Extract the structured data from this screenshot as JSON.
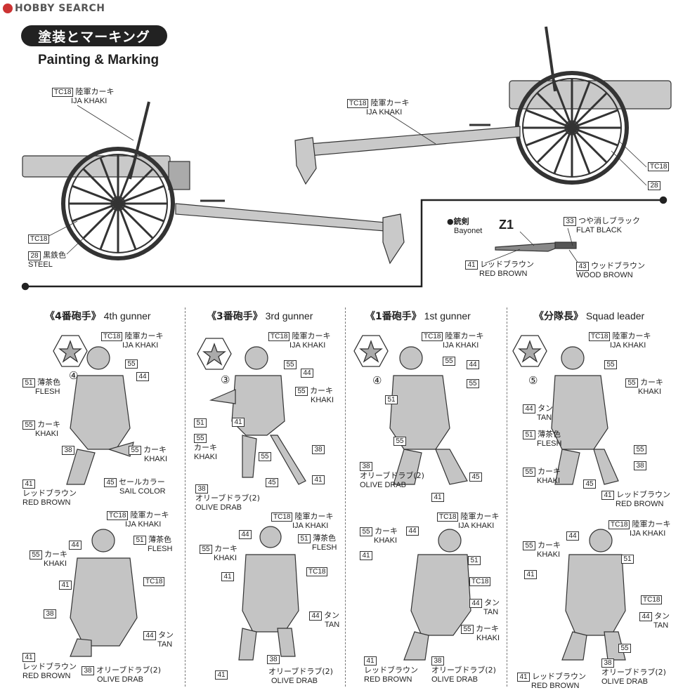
{
  "logo": {
    "text": "HOBBY SEARCH"
  },
  "header": {
    "title_jp": "塗装とマーキング",
    "title_en": "Painting & Marking"
  },
  "gun_labels": {
    "left_tc18_code": "TC18",
    "left_tc18_jp": "陸軍カーキ",
    "left_tc18_en": "IJA KHAKI",
    "left_bottom_tc18": "TC18",
    "left_28_code": "28",
    "left_28_jp": "黒鉄色",
    "left_28_en": "STEEL",
    "right_tc18_code": "TC18",
    "right_tc18_jp": "陸軍カーキ",
    "right_tc18_en": "IJA KHAKI",
    "right_tc18_b": "TC18",
    "right_28": "28"
  },
  "bayonet": {
    "title_jp": "●銃剣",
    "title_en": "Bayonet",
    "part": "Z1",
    "c33_code": "33",
    "c33_jp": "つや消しブラック",
    "c33_en": "FLAT BLACK",
    "c41_code": "41",
    "c41_jp": "レッドブラウン",
    "c41_en": "RED BROWN",
    "c43_code": "43",
    "c43_jp": "ウッドブラウン",
    "c43_en": "WOOD BROWN"
  },
  "figures": [
    {
      "header_jp": "《4番砲手》",
      "header_en": "4th gunner",
      "number": "④"
    },
    {
      "header_jp": "《3番砲手》",
      "header_en": "3rd gunner",
      "number": "③"
    },
    {
      "header_jp": "《1番砲手》",
      "header_en": "1st gunner",
      "number": "④"
    },
    {
      "header_jp": "《分隊長》",
      "header_en": "Squad leader",
      "number": "⑤"
    }
  ],
  "colors": {
    "tc18": {
      "code": "TC18",
      "jp": "陸軍カーキ",
      "en": "IJA KHAKI"
    },
    "c55": {
      "code": "55",
      "jp": "カーキ",
      "en": "KHAKI"
    },
    "c51": {
      "code": "51",
      "jp": "薄茶色",
      "en": "FLESH"
    },
    "c41": {
      "code": "41",
      "jp": "レッドブラウン",
      "en": "RED BROWN"
    },
    "c38": {
      "code": "38",
      "jp": "オリーブドラブ(2)",
      "en": "OLIVE DRAB"
    },
    "c44": {
      "code": "44",
      "jp": "タン",
      "en": "TAN"
    },
    "c45": {
      "code": "45",
      "jp": "セールカラー",
      "en": "SAIL COLOR"
    }
  },
  "accent": {
    "ink": "#222222",
    "figure_fill": "#bdbdbd",
    "logo_red": "#cc3333"
  }
}
